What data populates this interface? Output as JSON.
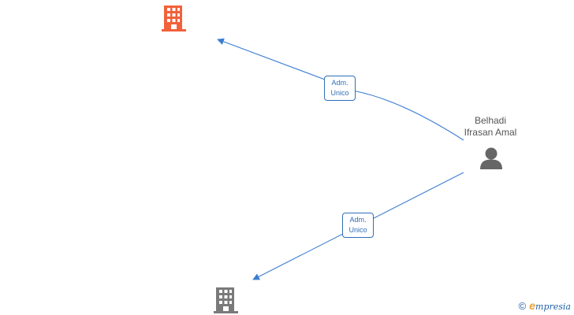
{
  "person": {
    "name_line1": "Belhadi",
    "name_line2": "Ifrasan Amal",
    "icon": "person-icon"
  },
  "companies": [
    {
      "icon": "building-icon",
      "color": "#f2613a"
    },
    {
      "icon": "building-icon",
      "color": "#7a7a7a"
    }
  ],
  "relations": [
    {
      "line1": "Adm.",
      "line2": "Unico"
    },
    {
      "line1": "Adm.",
      "line2": "Unico"
    }
  ],
  "colors": {
    "edge": "#3b7dd0",
    "label_border": "#2f6fb7",
    "person": "#666666"
  },
  "brand": {
    "symbol": "©",
    "first_letter": "e",
    "rest": "mpresia"
  }
}
